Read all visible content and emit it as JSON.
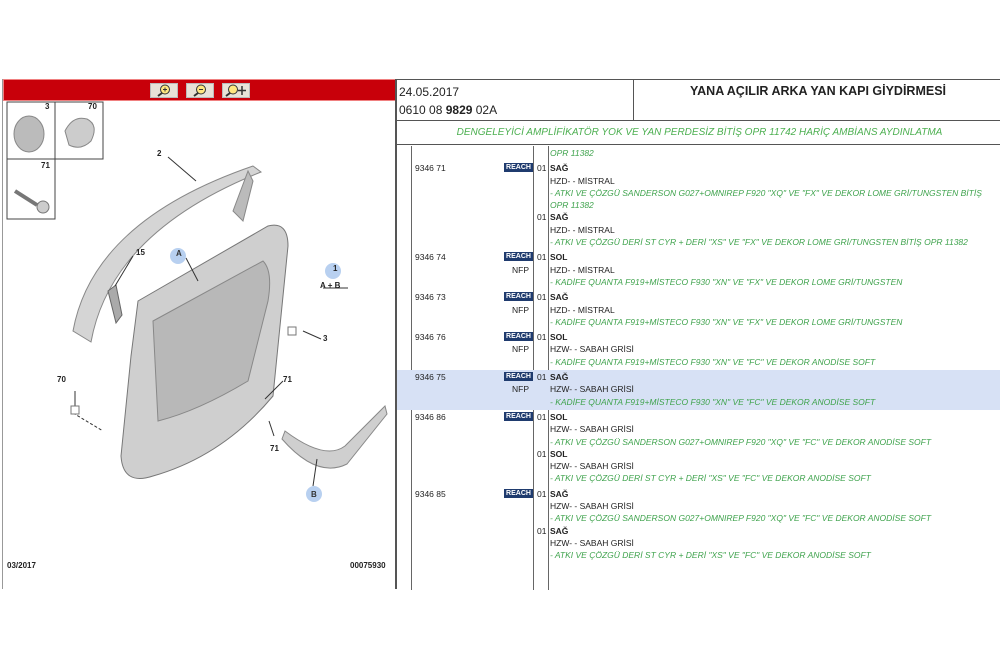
{
  "toolbar": {
    "buttons": [
      {
        "name": "zoom-in-icon"
      },
      {
        "name": "zoom-out-icon"
      },
      {
        "name": "zoom-fit-icon"
      }
    ]
  },
  "diagram": {
    "labels": {
      "p3": "3",
      "p70": "70",
      "p71": "71",
      "p2": "2",
      "p15": "15",
      "pA": "A",
      "p1": "1",
      "pAB": "A + B",
      "p3b": "3",
      "p70b": "70",
      "p71a": "71",
      "p71b": "71",
      "pB": "B"
    },
    "date": "03/2017",
    "code": "00075930"
  },
  "header": {
    "date": "24.05.2017",
    "ref_pre": "0610 08 ",
    "ref_bold": "9829",
    "ref_post": " 02A",
    "title": "YANA AÇILIR ARKA YAN KAPI GİYDİRMESİ"
  },
  "subtitle": "DENGELEYİCİ AMPLİFİKATÖR YOK VE YAN PERDESİZ BİTİŞ OPR 11742 HARİÇ AMBİANS AYDINLATMA",
  "pre_note": "OPR 11382",
  "rows": [
    {
      "pn": "9346 71",
      "reach": "REACH",
      "nfp": "",
      "entries": [
        {
          "qty": "01",
          "side": "SAĞ",
          "trim": "HZD- - MİSTRAL",
          "desc": "- ATKI VE ÇÖZGÜ SANDERSON G027+OMNIREP F920 \"XQ\" VE \"FX\" VE DEKOR LOME GRİ/TUNGSTEN BİTİŞ OPR 11382"
        },
        {
          "qty": "01",
          "side": "SAĞ",
          "trim": "HZD- - MİSTRAL",
          "desc": "- ATKI VE ÇÖZGÜ DERİ ST CYR + DERİ \"XS\" VE \"FX\" VE DEKOR LOME GRİ/TUNGSTEN BİTİŞ OPR 11382"
        }
      ]
    },
    {
      "pn": "9346 74",
      "reach": "REACH",
      "nfp": "NFP",
      "entries": [
        {
          "qty": "01",
          "side": "SOL",
          "trim": "HZD- - MİSTRAL",
          "desc": "- KADİFE QUANTA F919+MİSTECO F930 \"XN\" VE \"FX\" VE DEKOR LOME GRİ/TUNGSTEN"
        }
      ]
    },
    {
      "pn": "9346 73",
      "reach": "REACH",
      "nfp": "NFP",
      "entries": [
        {
          "qty": "01",
          "side": "SAĞ",
          "trim": "HZD- - MİSTRAL",
          "desc": "- KADİFE QUANTA F919+MİSTECO F930 \"XN\" VE \"FX\" VE DEKOR LOME GRİ/TUNGSTEN"
        }
      ]
    },
    {
      "pn": "9346 76",
      "reach": "REACH",
      "nfp": "NFP",
      "entries": [
        {
          "qty": "01",
          "side": "SOL",
          "trim": "HZW- - SABAH GRİSİ",
          "desc": "- KADİFE QUANTA F919+MİSTECO F930 \"XN\" VE \"FC\" VE DEKOR ANODİSE SOFT"
        }
      ]
    },
    {
      "pn": "9346 75",
      "reach": "REACH",
      "nfp": "NFP",
      "selected": true,
      "entries": [
        {
          "qty": "01",
          "side": "SAĞ",
          "trim": "HZW- - SABAH GRİSİ",
          "desc": "- KADİFE QUANTA F919+MİSTECO F930 \"XN\" VE \"FC\" VE DEKOR ANODİSE SOFT"
        }
      ]
    },
    {
      "pn": "9346 86",
      "reach": "REACH",
      "nfp": "",
      "entries": [
        {
          "qty": "01",
          "side": "SOL",
          "trim": "HZW- - SABAH GRİSİ",
          "desc": "- ATKI VE ÇÖZGÜ SANDERSON G027+OMNIREP F920 \"XQ\" VE \"FC\" VE DEKOR ANODİSE SOFT"
        },
        {
          "qty": "01",
          "side": "SOL",
          "trim": "HZW- - SABAH GRİSİ",
          "desc": "- ATKI VE ÇÖZGÜ DERİ ST CYR + DERİ \"XS\" VE \"FC\" VE DEKOR ANODİSE SOFT"
        }
      ]
    },
    {
      "pn": "9346 85",
      "reach": "REACH",
      "nfp": "",
      "entries": [
        {
          "qty": "01",
          "side": "SAĞ",
          "trim": "HZW- - SABAH GRİSİ",
          "desc": "- ATKI VE ÇÖZGÜ SANDERSON G027+OMNIREP F920 \"XQ\" VE \"FC\" VE DEKOR ANODİSE SOFT"
        },
        {
          "qty": "01",
          "side": "SAĞ",
          "trim": "HZW- - SABAH GRİSİ",
          "desc": "- ATKI VE ÇÖZGÜ DERİ ST CYR + DERİ \"XS\" VE \"FC\" VE DEKOR ANODİSE SOFT"
        }
      ]
    }
  ],
  "colors": {
    "toolbar": "#c8000a",
    "green": "#3fa34d",
    "reach": "#1f3b6e",
    "selected": "#d7e1f5"
  }
}
